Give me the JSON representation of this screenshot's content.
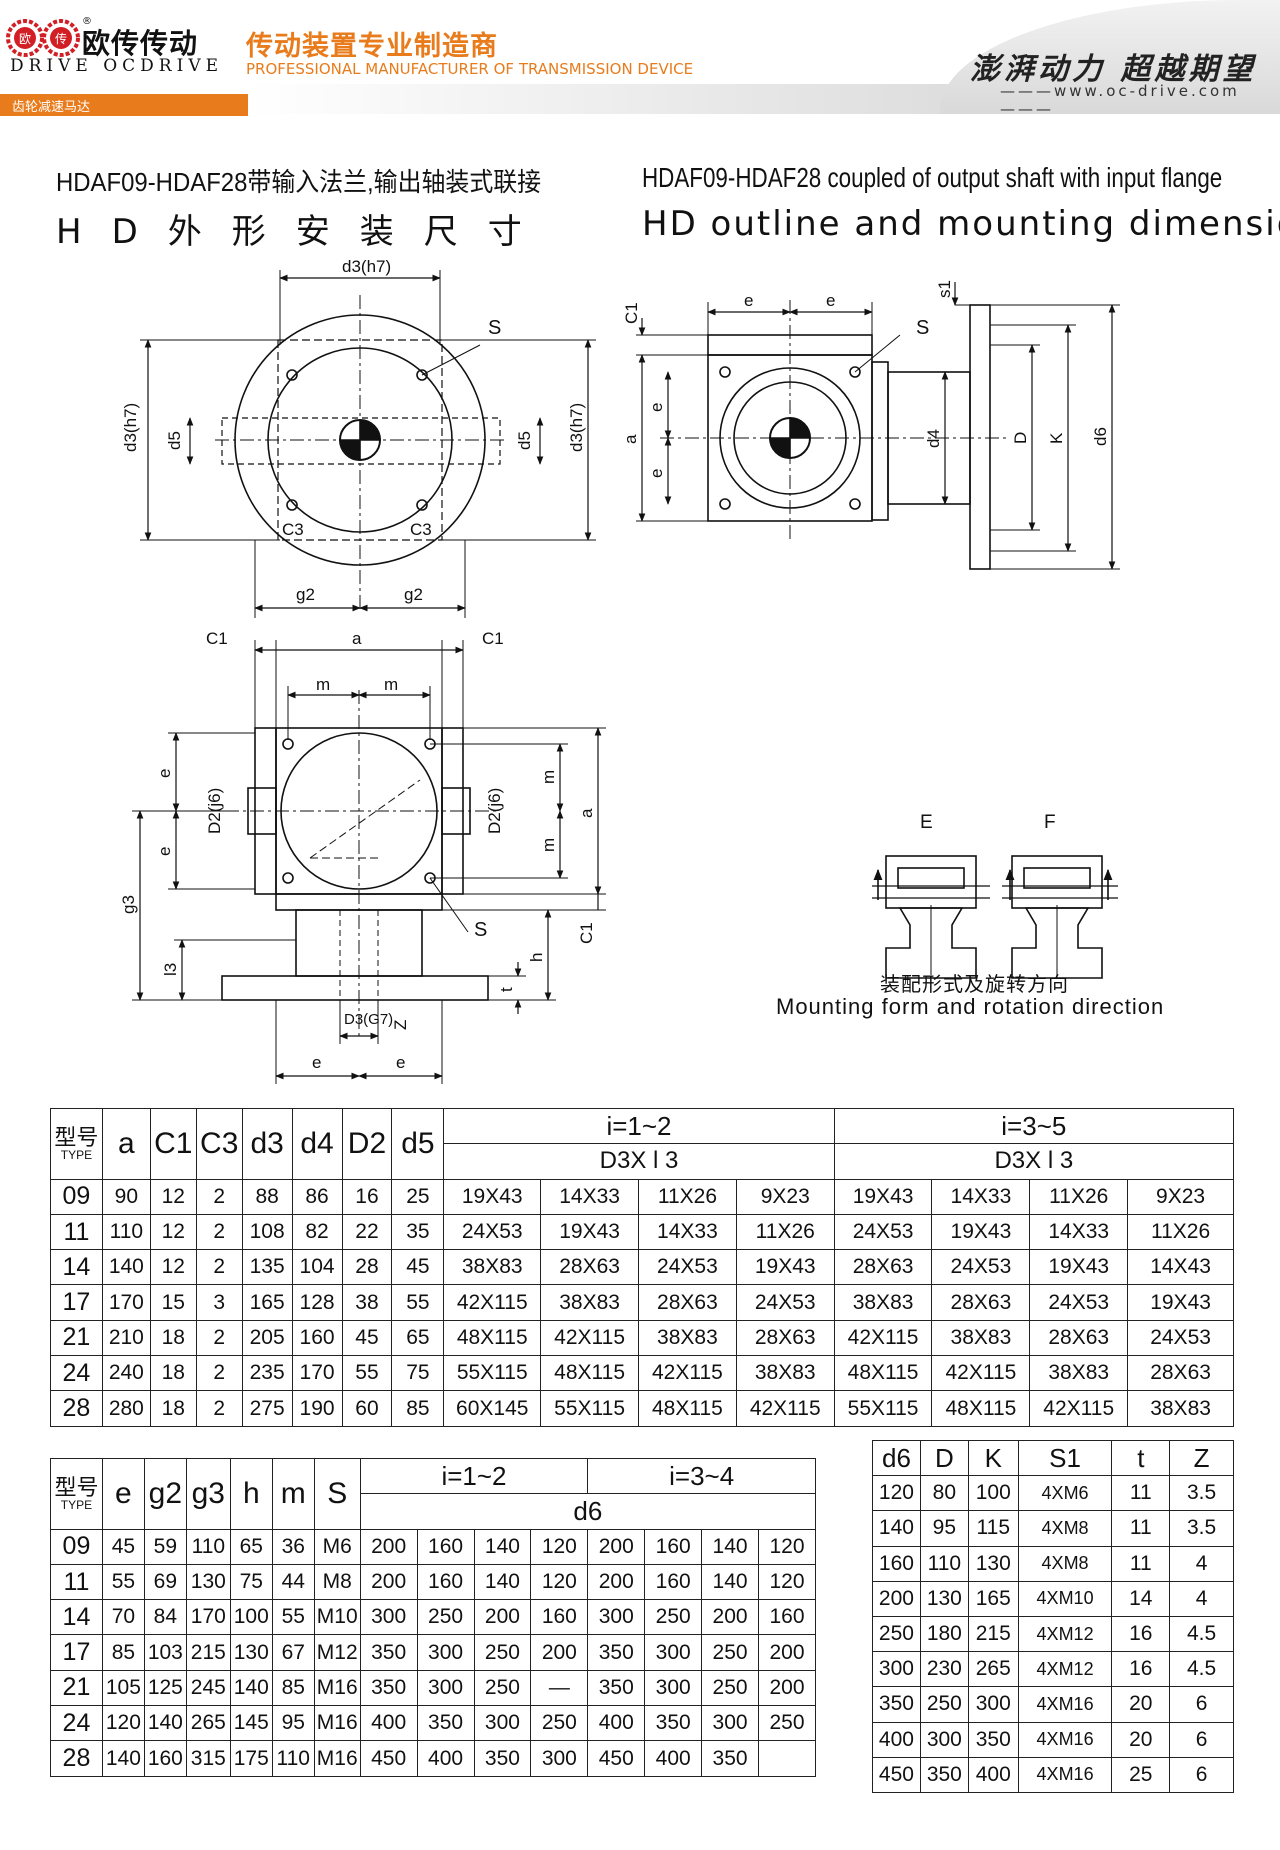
{
  "header": {
    "logo_cn": "欧传传动",
    "logo_en": "DRIVE OCDRIVE",
    "logo_mark_left": "欧",
    "logo_mark_right": "传",
    "slogan_cn": "传动装置专业制造商",
    "slogan_en": "PROFESSIONAL MANUFACTURER OF TRANSMISSION DEVICE",
    "motto": "澎湃动力 超越期望",
    "website": "www.oc-drive.com",
    "category": "齿轮减速马达",
    "accent_color": "#e87c1c"
  },
  "titles": {
    "cn_line1": "HDAF09-HDAF28带输入法兰,输出轴装式联接",
    "cn_line2": "HD外形安装尺寸",
    "en_line1": "HDAF09-HDAF28  coupled of output shaft with input flange",
    "en_line2": "HD outline and mounting dimension"
  },
  "drawing_labels": {
    "d3h7": "d3(h7)",
    "S": "S",
    "d5": "d5",
    "C3": "C3",
    "g2": "g2",
    "C1": "C1",
    "a": "a",
    "m": "m",
    "e": "e",
    "D2j6": "D2(j6)",
    "g3": "g3",
    "l3": "l3",
    "h": "h",
    "t": "t",
    "D3G7": "D3(G7)",
    "Z": "Z",
    "s1": "s1",
    "d4": "d4",
    "D": "D",
    "K": "K",
    "d6": "d6",
    "E": "E",
    "F": "F"
  },
  "mounting": {
    "caption_cn": "装配形式及旋转方向",
    "caption_en": "Mounting form and rotation direction"
  },
  "table1": {
    "type_cn": "型号",
    "type_en": "TYPE",
    "cols": [
      "a",
      "C1",
      "C3",
      "d3",
      "d4",
      "D2",
      "d5"
    ],
    "group1": "i=1~2",
    "group2": "i=3~5",
    "sub": "D3X l 3",
    "rows": [
      [
        "09",
        "90",
        "12",
        "2",
        "88",
        "86",
        "16",
        "25",
        "19X43",
        "14X33",
        "11X26",
        "9X23",
        "19X43",
        "14X33",
        "11X26",
        "9X23"
      ],
      [
        "11",
        "110",
        "12",
        "2",
        "108",
        "82",
        "22",
        "35",
        "24X53",
        "19X43",
        "14X33",
        "11X26",
        "24X53",
        "19X43",
        "14X33",
        "11X26"
      ],
      [
        "14",
        "140",
        "12",
        "2",
        "135",
        "104",
        "28",
        "45",
        "38X83",
        "28X63",
        "24X53",
        "19X43",
        "28X63",
        "24X53",
        "19X43",
        "14X43"
      ],
      [
        "17",
        "170",
        "15",
        "3",
        "165",
        "128",
        "38",
        "55",
        "42X115",
        "38X83",
        "28X63",
        "24X53",
        "38X83",
        "28X63",
        "24X53",
        "19X43"
      ],
      [
        "21",
        "210",
        "18",
        "2",
        "205",
        "160",
        "45",
        "65",
        "48X115",
        "42X115",
        "38X83",
        "28X63",
        "42X115",
        "38X83",
        "28X63",
        "24X53"
      ],
      [
        "24",
        "240",
        "18",
        "2",
        "235",
        "170",
        "55",
        "75",
        "55X115",
        "48X115",
        "42X115",
        "38X83",
        "48X115",
        "42X115",
        "38X83",
        "28X63"
      ],
      [
        "28",
        "280",
        "18",
        "2",
        "275",
        "190",
        "60",
        "85",
        "60X145",
        "55X115",
        "48X115",
        "42X115",
        "55X115",
        "48X115",
        "42X115",
        "38X83"
      ]
    ]
  },
  "table2": {
    "type_cn": "型号",
    "type_en": "TYPE",
    "cols": [
      "e",
      "g2",
      "g3",
      "h",
      "m",
      "S"
    ],
    "group1": "i=1~2",
    "group2": "i=3~4",
    "sub": "d6",
    "rows": [
      [
        "09",
        "45",
        "59",
        "110",
        "65",
        "36",
        "M6",
        "200",
        "160",
        "140",
        "120",
        "200",
        "160",
        "140",
        "120"
      ],
      [
        "11",
        "55",
        "69",
        "130",
        "75",
        "44",
        "M8",
        "200",
        "160",
        "140",
        "120",
        "200",
        "160",
        "140",
        "120"
      ],
      [
        "14",
        "70",
        "84",
        "170",
        "100",
        "55",
        "M10",
        "300",
        "250",
        "200",
        "160",
        "300",
        "250",
        "200",
        "160"
      ],
      [
        "17",
        "85",
        "103",
        "215",
        "130",
        "67",
        "M12",
        "350",
        "300",
        "250",
        "200",
        "350",
        "300",
        "250",
        "200"
      ],
      [
        "21",
        "105",
        "125",
        "245",
        "140",
        "85",
        "M16",
        "350",
        "300",
        "250",
        "—",
        "350",
        "300",
        "250",
        "200"
      ],
      [
        "24",
        "120",
        "140",
        "265",
        "145",
        "95",
        "M16",
        "400",
        "350",
        "300",
        "250",
        "400",
        "350",
        "300",
        "250"
      ],
      [
        "28",
        "140",
        "160",
        "315",
        "175",
        "110",
        "M16",
        "450",
        "400",
        "350",
        "300",
        "450",
        "400",
        "350",
        ""
      ]
    ]
  },
  "table3": {
    "cols": [
      "d6",
      "D",
      "K",
      "S1",
      "t",
      "Z"
    ],
    "rows": [
      [
        "120",
        "80",
        "100",
        "4XM6",
        "11",
        "3.5"
      ],
      [
        "140",
        "95",
        "115",
        "4XM8",
        "11",
        "3.5"
      ],
      [
        "160",
        "110",
        "130",
        "4XM8",
        "11",
        "4"
      ],
      [
        "200",
        "130",
        "165",
        "4XM10",
        "14",
        "4"
      ],
      [
        "250",
        "180",
        "215",
        "4XM12",
        "16",
        "4.5"
      ],
      [
        "300",
        "230",
        "265",
        "4XM12",
        "16",
        "4.5"
      ],
      [
        "350",
        "250",
        "300",
        "4XM16",
        "20",
        "6"
      ],
      [
        "400",
        "300",
        "350",
        "4XM16",
        "20",
        "6"
      ],
      [
        "450",
        "350",
        "400",
        "4XM16",
        "25",
        "6"
      ]
    ]
  }
}
